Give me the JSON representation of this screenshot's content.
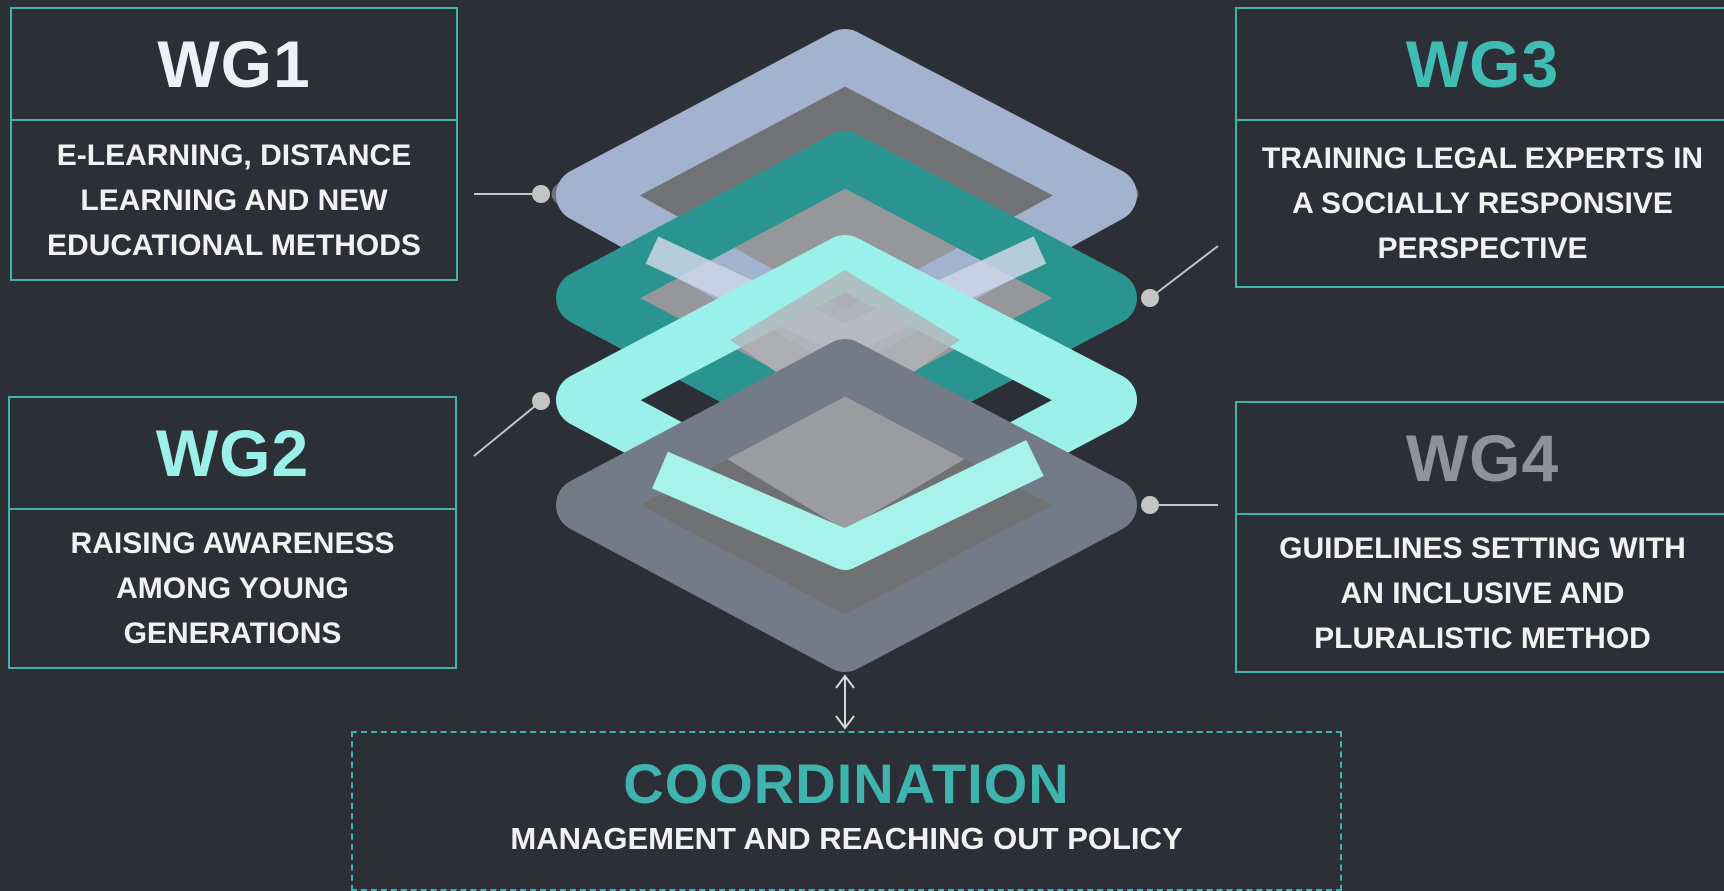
{
  "groups": {
    "wg1": {
      "title": "WG1",
      "description": "E-LEARNING, DISTANCE LEARNING AND NEW EDUCATIONAL METHODS",
      "color": "#eef0f6"
    },
    "wg2": {
      "title": "WG2",
      "description": "RAISING AWARENESS AMONG YOUNG GENERATIONS",
      "color": "#9cf0ea"
    },
    "wg3": {
      "title": "WG3",
      "description": "TRAINING LEGAL EXPERTS IN A SOCIALLY RESPONSIVE PERSPECTIVE",
      "color": "#3fbdb5"
    },
    "wg4": {
      "title": "WG4",
      "description": "GUIDELINES SETTING WITH AN INCLUSIVE AND PLURALISTIC METHOD",
      "color": "#8f9299"
    }
  },
  "coordination": {
    "title": "COORDINATION",
    "subtitle": "MANAGEMENT AND REACHING OUT POLICY"
  },
  "colors": {
    "background": "#2d2f36",
    "accent": "#3fb3ad",
    "layer_wg1": "#a3b2ce",
    "layer_wg3": "#2a9590",
    "layer_wg2": "#9cf0ea",
    "layer_wg4": "#737b88",
    "connector": "#c4c4c4"
  }
}
